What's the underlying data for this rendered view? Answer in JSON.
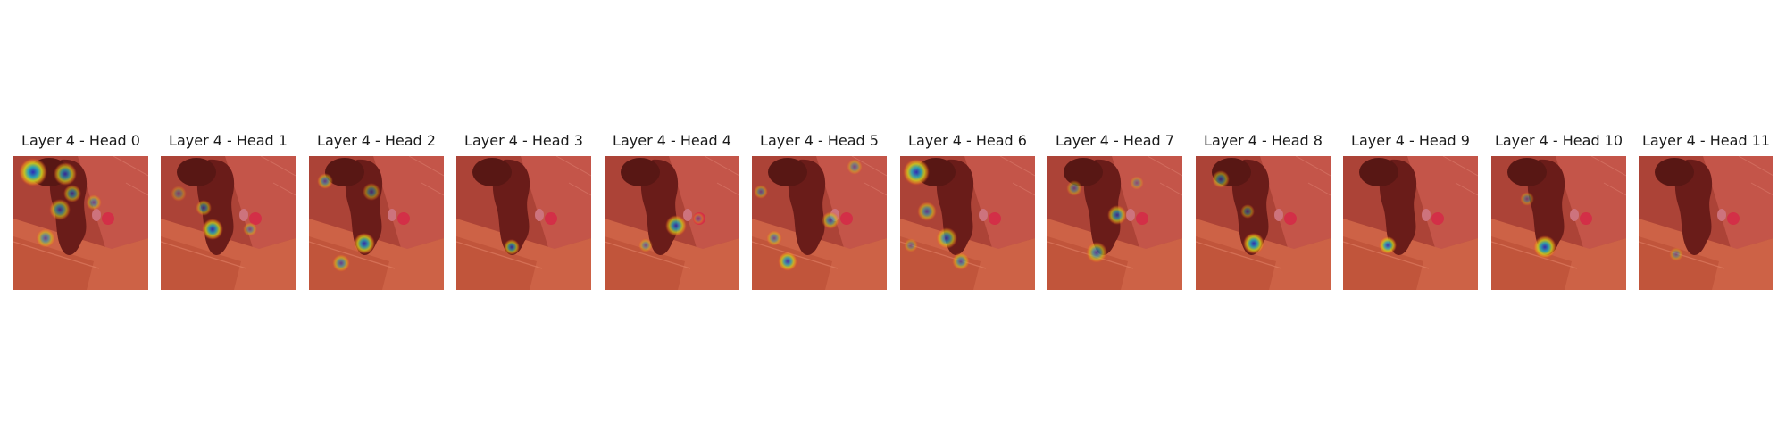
{
  "figure": {
    "panels": [
      {
        "title": "Layer 4 - Head 0"
      },
      {
        "title": "Layer 4 - Head 1"
      },
      {
        "title": "Layer 4 - Head 2"
      },
      {
        "title": "Layer 4 - Head 3"
      },
      {
        "title": "Layer 4 - Head 4"
      },
      {
        "title": "Layer 4 - Head 5"
      },
      {
        "title": "Layer 4 - Head 6"
      },
      {
        "title": "Layer 4 - Head 7"
      },
      {
        "title": "Layer 4 - Head 8"
      },
      {
        "title": "Layer 4 - Head 9"
      },
      {
        "title": "Layer 4 - Head 10"
      },
      {
        "title": "Layer 4 - Head 11"
      }
    ]
  }
}
